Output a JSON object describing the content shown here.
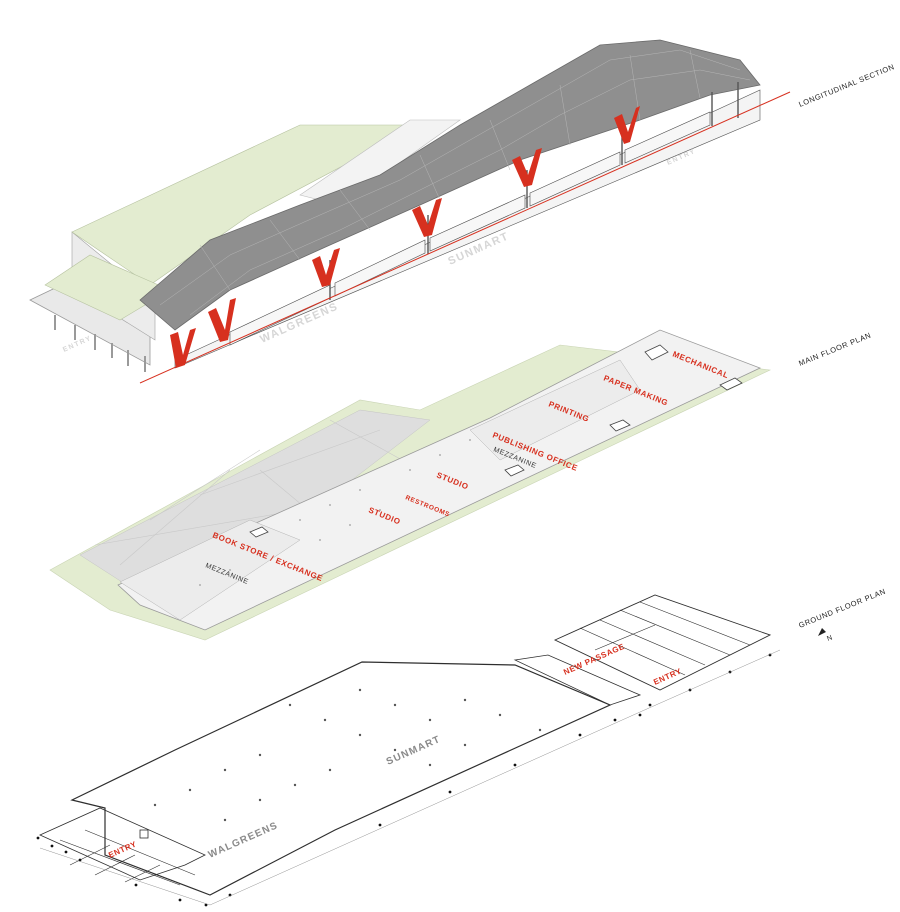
{
  "titles": {
    "section": "LONGITUDINAL SECTION",
    "main_floor": "MAIN FLOOR PLAN",
    "ground_floor": "GROUND FLOOR PLAN"
  },
  "section_labels": {
    "walgreens": "WALGREENS",
    "sunmart": "SUNMART",
    "entry_left": "ENTRY",
    "entry_right": "ENTRY"
  },
  "main_floor_labels": {
    "mechanical": "MECHANICAL",
    "paper_making": "PAPER MAKING",
    "printing": "PRINTING",
    "publishing_office": "PUBLISHING OFFICE",
    "mezzanine_upper": "MEZZANINE",
    "studio_upper": "STUDIO",
    "restrooms": "RESTROOMS",
    "studio_lower": "STUDIO",
    "book_store": "BOOK STORE / EXCHANGE",
    "mezzanine_lower": "MEZZANINE"
  },
  "ground_floor_labels": {
    "sunmart": "SUNMART",
    "walgreens": "WALGREENS",
    "new_passage": "NEW PASSAGE",
    "entry_right": "ENTRY",
    "entry_left": "ENTRY"
  },
  "colors": {
    "accent_red": "#d7301f",
    "roof_grey": "#8f8f8f",
    "landscape_green": "#e3ecd0",
    "line_dark": "#333333"
  },
  "north_arrow": "N"
}
